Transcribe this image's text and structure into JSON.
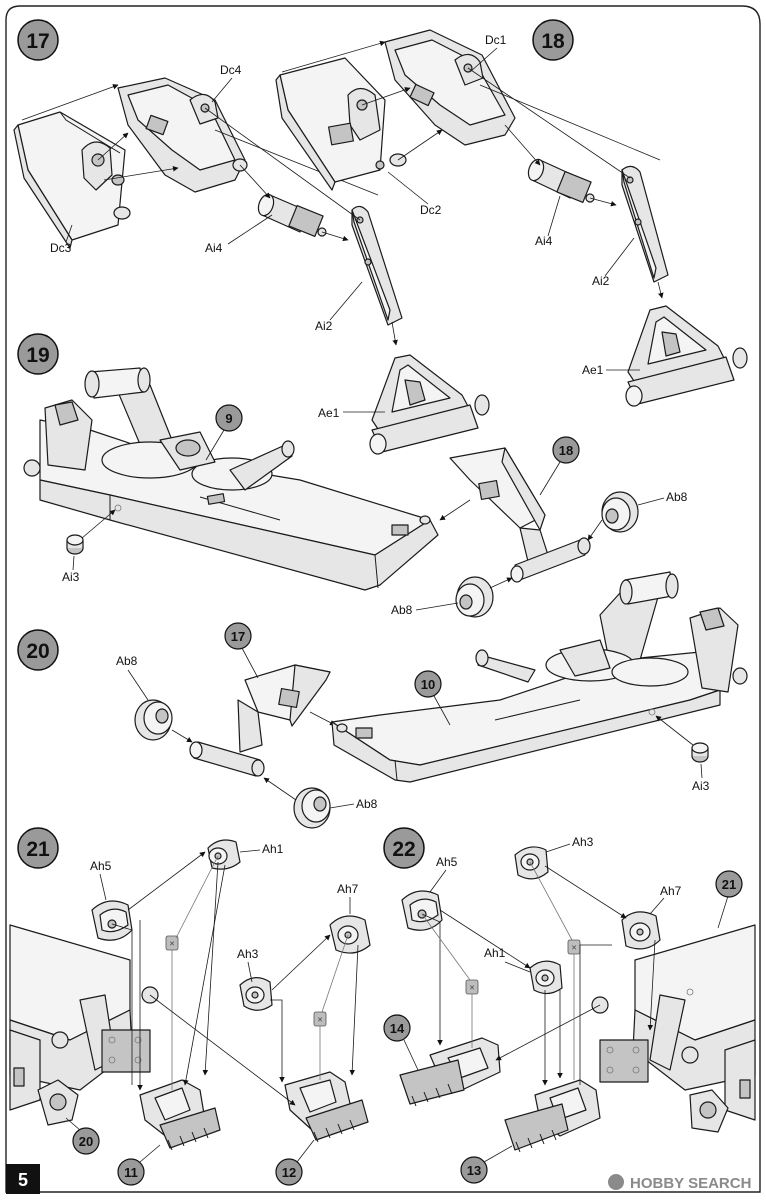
{
  "page": {
    "number": "5",
    "watermark": "HOBBY SEARCH"
  },
  "steps": [
    {
      "number": "17",
      "parts": [
        "Dc4",
        "Dc3",
        "Ai4",
        "Ai2",
        "Ae1"
      ]
    },
    {
      "number": "18",
      "parts": [
        "Dc1",
        "Dc2",
        "Ai4",
        "Ai2",
        "Ae1"
      ]
    },
    {
      "number": "19",
      "parts": [
        "Ai3",
        "Ab8",
        "Ab8"
      ],
      "refs": [
        "9",
        "18"
      ]
    },
    {
      "number": "20",
      "parts": [
        "Ab8",
        "Ab8",
        "Ai3"
      ],
      "refs": [
        "17",
        "10"
      ]
    },
    {
      "number": "21",
      "parts": [
        "Ah1",
        "Ah5",
        "Ah7",
        "Ah3"
      ],
      "refs": [
        "20",
        "11",
        "12"
      ]
    },
    {
      "number": "22",
      "parts": [
        "Ah3",
        "Ah5",
        "Ah7",
        "Ah1"
      ],
      "refs": [
        "21",
        "14",
        "13"
      ]
    }
  ],
  "colors": {
    "part_fill": "#e6e6e6",
    "step_badge": "#9a9a9a",
    "outline": "#1b1b1b"
  },
  "icons": {
    "glue": "glue-icon",
    "arrow": "arrow-icon"
  }
}
